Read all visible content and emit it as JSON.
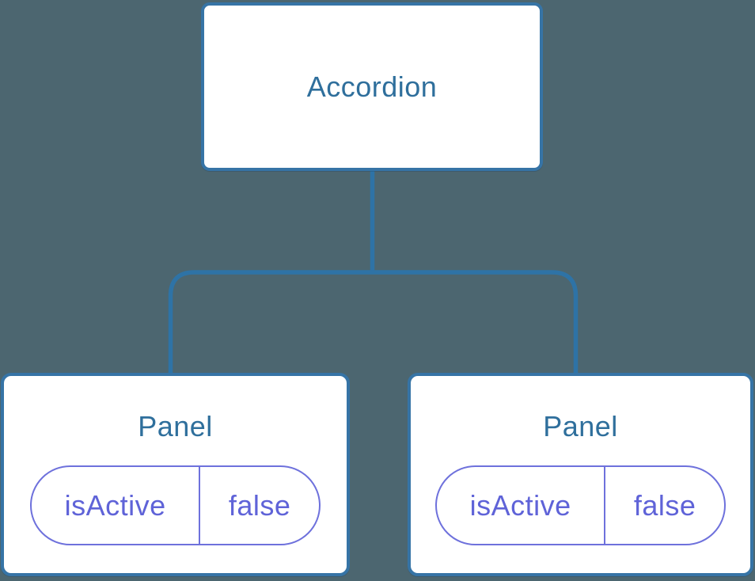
{
  "diagram": {
    "type": "component-tree",
    "root": {
      "label": "Accordion"
    },
    "panels": [
      {
        "label": "Panel",
        "state": {
          "key": "isActive",
          "value": "false"
        }
      },
      {
        "label": "Panel",
        "state": {
          "key": "isActive",
          "value": "false"
        }
      }
    ]
  },
  "colors": {
    "background": "#4C6670",
    "connector": "#2E73A6",
    "box_border": "#3674A6",
    "box_fill": "#FFFFFF",
    "component_label": "#2F6F9C",
    "state_text": "#5F63D8",
    "state_border": "#6E71DC"
  }
}
